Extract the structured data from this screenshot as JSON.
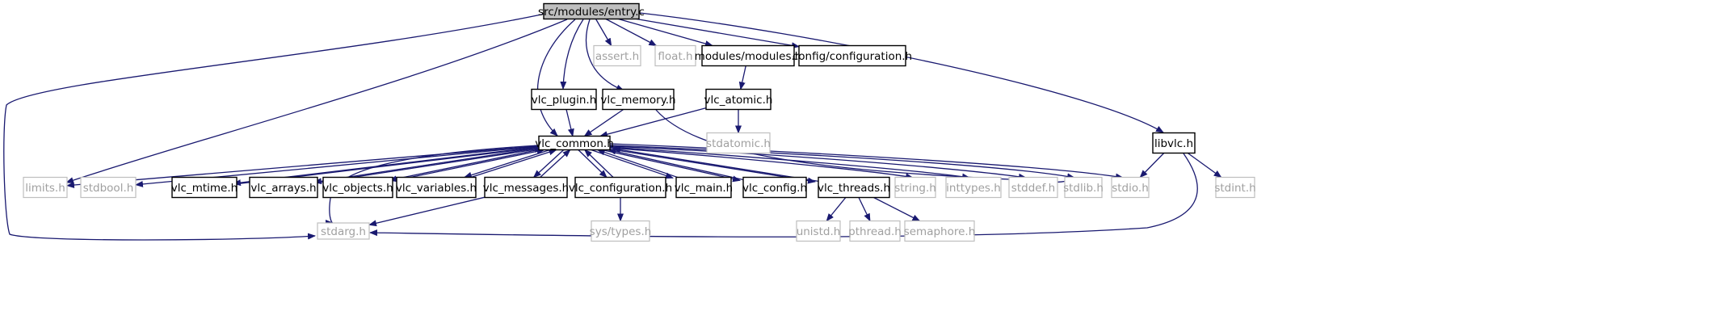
{
  "graph": {
    "colors": {
      "edge": "#191970",
      "internal_border": "#000000",
      "system_border": "#bfbfbf",
      "system_text": "#a0a0a0",
      "root_fill": "#bfbfbf"
    },
    "nodes": [
      {
        "id": "entry",
        "label": "src/modules/entry.c",
        "kind": "root"
      },
      {
        "id": "assert",
        "label": "assert.h",
        "kind": "system"
      },
      {
        "id": "float",
        "label": "float.h",
        "kind": "system"
      },
      {
        "id": "modules",
        "label": "modules/modules.h",
        "kind": "internal"
      },
      {
        "id": "configuration",
        "label": "config/configuration.h",
        "kind": "internal"
      },
      {
        "id": "vlc_plugin",
        "label": "vlc_plugin.h",
        "kind": "internal"
      },
      {
        "id": "vlc_memory",
        "label": "vlc_memory.h",
        "kind": "internal"
      },
      {
        "id": "vlc_atomic",
        "label": "vlc_atomic.h",
        "kind": "internal"
      },
      {
        "id": "stdatomic",
        "label": "stdatomic.h",
        "kind": "system"
      },
      {
        "id": "libvlc",
        "label": "libvlc.h",
        "kind": "internal"
      },
      {
        "id": "vlc_common",
        "label": "vlc_common.h",
        "kind": "internal"
      },
      {
        "id": "limits",
        "label": "limits.h",
        "kind": "system"
      },
      {
        "id": "stdbool",
        "label": "stdbool.h",
        "kind": "system"
      },
      {
        "id": "vlc_mtime",
        "label": "vlc_mtime.h",
        "kind": "internal"
      },
      {
        "id": "vlc_arrays",
        "label": "vlc_arrays.h",
        "kind": "internal"
      },
      {
        "id": "vlc_objects",
        "label": "vlc_objects.h",
        "kind": "internal"
      },
      {
        "id": "vlc_variables",
        "label": "vlc_variables.h",
        "kind": "internal"
      },
      {
        "id": "vlc_messages",
        "label": "vlc_messages.h",
        "kind": "internal"
      },
      {
        "id": "vlc_configuration",
        "label": "vlc_configuration.h",
        "kind": "internal"
      },
      {
        "id": "vlc_main",
        "label": "vlc_main.h",
        "kind": "internal"
      },
      {
        "id": "vlc_config",
        "label": "vlc_config.h",
        "kind": "internal"
      },
      {
        "id": "vlc_threads",
        "label": "vlc_threads.h",
        "kind": "internal"
      },
      {
        "id": "string",
        "label": "string.h",
        "kind": "system"
      },
      {
        "id": "inttypes",
        "label": "inttypes.h",
        "kind": "system"
      },
      {
        "id": "stddef",
        "label": "stddef.h",
        "kind": "system"
      },
      {
        "id": "stdlib",
        "label": "stdlib.h",
        "kind": "system"
      },
      {
        "id": "stdio",
        "label": "stdio.h",
        "kind": "system"
      },
      {
        "id": "stdint",
        "label": "stdint.h",
        "kind": "system"
      },
      {
        "id": "stdarg",
        "label": "stdarg.h",
        "kind": "system"
      },
      {
        "id": "sys_types",
        "label": "sys/types.h",
        "kind": "system"
      },
      {
        "id": "unistd",
        "label": "unistd.h",
        "kind": "system"
      },
      {
        "id": "pthread",
        "label": "pthread.h",
        "kind": "system"
      },
      {
        "id": "semaphore",
        "label": "semaphore.h",
        "kind": "system"
      }
    ],
    "edges": [
      {
        "from": "entry",
        "to": "assert"
      },
      {
        "from": "entry",
        "to": "float"
      },
      {
        "from": "entry",
        "to": "modules"
      },
      {
        "from": "entry",
        "to": "configuration"
      },
      {
        "from": "entry",
        "to": "vlc_plugin"
      },
      {
        "from": "entry",
        "to": "vlc_memory"
      },
      {
        "from": "entry",
        "to": "vlc_common"
      },
      {
        "from": "entry",
        "to": "libvlc"
      },
      {
        "from": "entry",
        "to": "limits"
      },
      {
        "from": "entry",
        "to": "stdarg"
      },
      {
        "from": "modules",
        "to": "vlc_atomic"
      },
      {
        "from": "vlc_atomic",
        "to": "vlc_common"
      },
      {
        "from": "vlc_atomic",
        "to": "stdatomic"
      },
      {
        "from": "vlc_plugin",
        "to": "vlc_common"
      },
      {
        "from": "vlc_memory",
        "to": "vlc_common"
      },
      {
        "from": "vlc_memory",
        "to": "stdlib"
      },
      {
        "from": "libvlc",
        "to": "stdio"
      },
      {
        "from": "libvlc",
        "to": "stdint"
      },
      {
        "from": "libvlc",
        "to": "stdarg"
      },
      {
        "from": "vlc_common",
        "to": "limits"
      },
      {
        "from": "vlc_common",
        "to": "stdbool"
      },
      {
        "from": "vlc_common",
        "to": "vlc_mtime"
      },
      {
        "from": "vlc_mtime",
        "to": "vlc_common"
      },
      {
        "from": "vlc_common",
        "to": "vlc_arrays"
      },
      {
        "from": "vlc_arrays",
        "to": "vlc_common"
      },
      {
        "from": "vlc_common",
        "to": "vlc_objects"
      },
      {
        "from": "vlc_objects",
        "to": "vlc_common"
      },
      {
        "from": "vlc_common",
        "to": "vlc_variables"
      },
      {
        "from": "vlc_variables",
        "to": "vlc_common"
      },
      {
        "from": "vlc_common",
        "to": "vlc_messages"
      },
      {
        "from": "vlc_messages",
        "to": "vlc_common"
      },
      {
        "from": "vlc_common",
        "to": "vlc_configuration"
      },
      {
        "from": "vlc_configuration",
        "to": "vlc_common"
      },
      {
        "from": "vlc_common",
        "to": "vlc_main"
      },
      {
        "from": "vlc_main",
        "to": "vlc_common"
      },
      {
        "from": "vlc_common",
        "to": "vlc_config"
      },
      {
        "from": "vlc_config",
        "to": "vlc_common"
      },
      {
        "from": "vlc_common",
        "to": "vlc_threads"
      },
      {
        "from": "vlc_threads",
        "to": "vlc_common"
      },
      {
        "from": "vlc_common",
        "to": "string"
      },
      {
        "from": "vlc_common",
        "to": "inttypes"
      },
      {
        "from": "vlc_common",
        "to": "stddef"
      },
      {
        "from": "vlc_common",
        "to": "stdlib"
      },
      {
        "from": "vlc_common",
        "to": "stdio"
      },
      {
        "from": "vlc_common",
        "to": "stdarg"
      },
      {
        "from": "vlc_messages",
        "to": "stdarg"
      },
      {
        "from": "vlc_configuration",
        "to": "sys_types"
      },
      {
        "from": "vlc_threads",
        "to": "unistd"
      },
      {
        "from": "vlc_threads",
        "to": "pthread"
      },
      {
        "from": "vlc_threads",
        "to": "semaphore"
      }
    ]
  }
}
